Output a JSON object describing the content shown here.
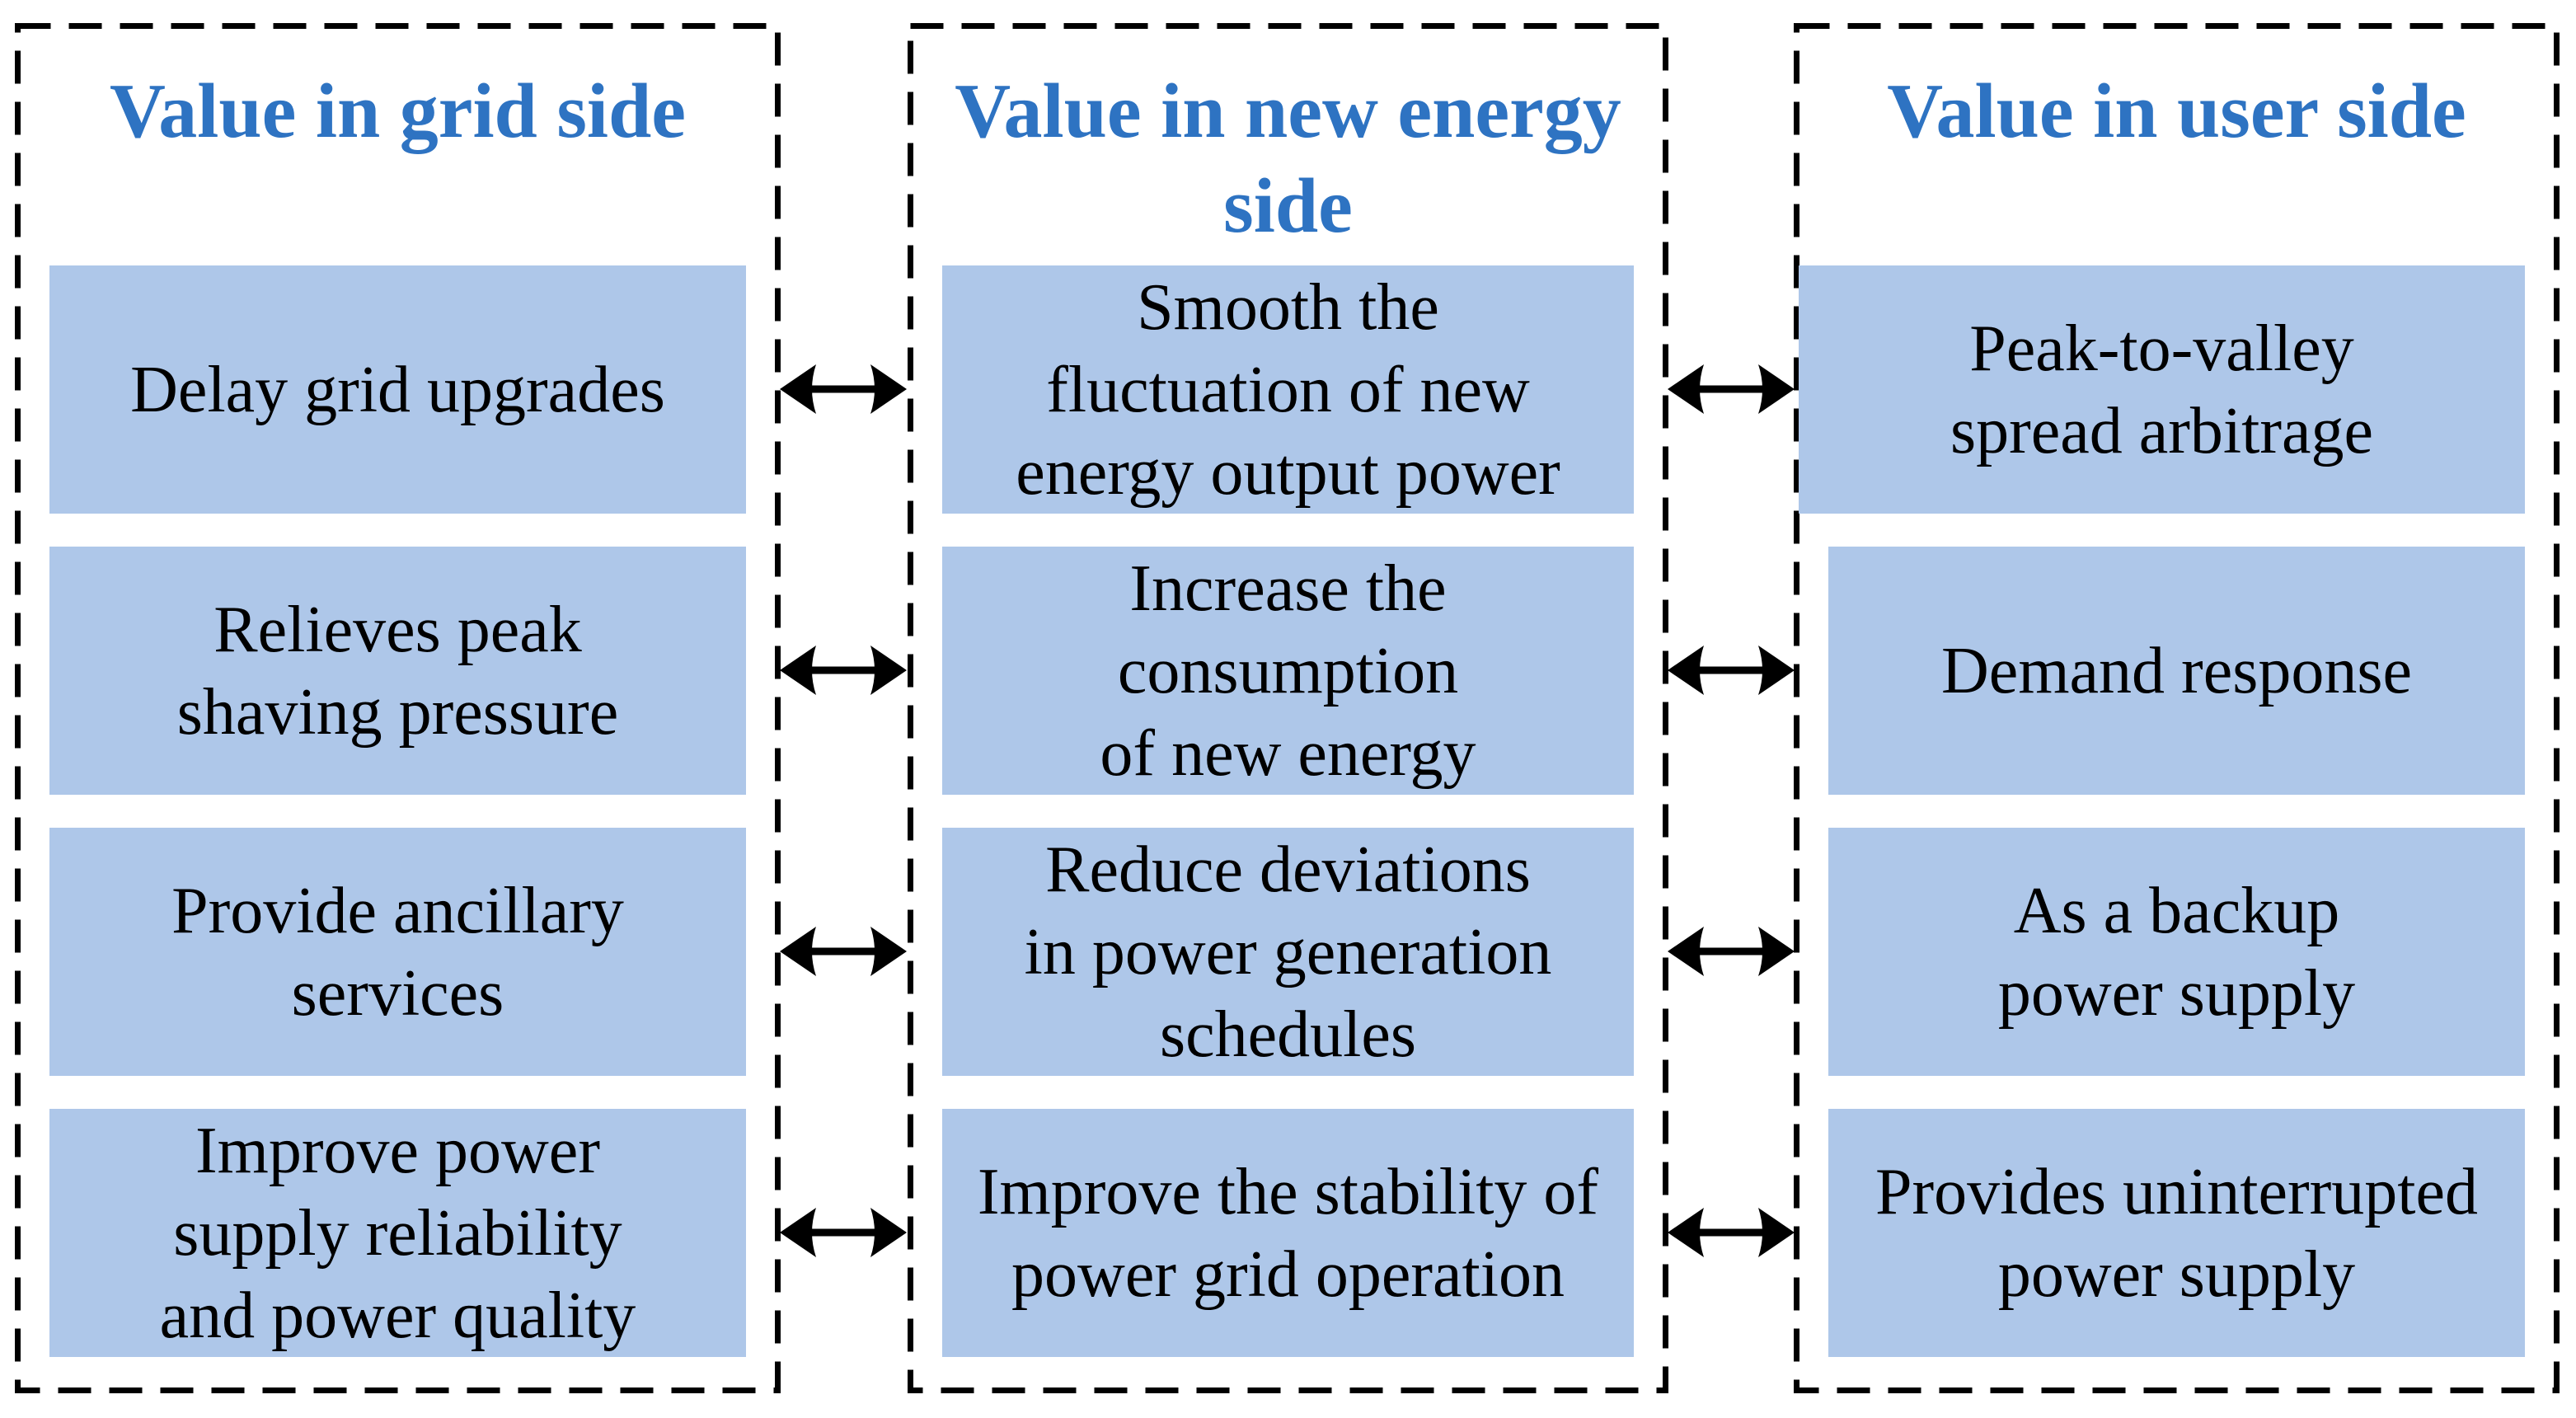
{
  "diagram": {
    "columns": [
      {
        "title": "Value in grid side",
        "boxes": [
          "Delay grid upgrades",
          "Relieves peak shaving pressure",
          "Provide ancillary services",
          "Improve power supply reliability and power quality"
        ]
      },
      {
        "title": "Value in new energy side",
        "boxes": [
          "Smooth the fluctuation of new energy output power",
          "Increase the consumption of new energy",
          "Reduce deviations in power generation schedules",
          "Improve the stability of power grid operation"
        ]
      },
      {
        "title": "Value in user side",
        "boxes": [
          "Peak-to-valley spread arbitrage",
          "Demand response",
          "As a backup power supply",
          "Provides uninterrupted power supply"
        ]
      }
    ],
    "colors": {
      "title_text": "#2e73c2",
      "box_fill": "#aec7e9",
      "line": "#000000",
      "background": "#ffffff"
    }
  }
}
